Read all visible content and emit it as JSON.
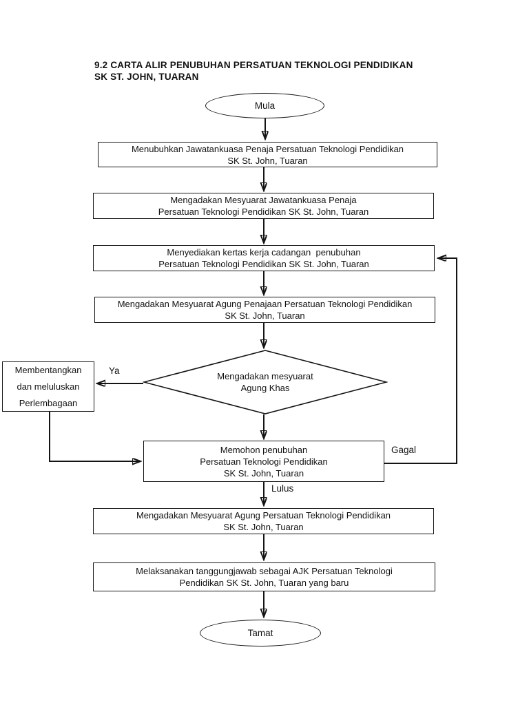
{
  "page": {
    "title_line1": "9.2 CARTA ALIR PENUBUHAN PERSATUAN TEKNOLOGI PENDIDIKAN",
    "title_line2": "SK ST. JOHN, TUARAN"
  },
  "flow": {
    "start_label": "Mula",
    "end_label": "Tamat",
    "step1": {
      "line1": "Menubuhkan Jawatankuasa Penaja Persatuan Teknologi Pendidikan",
      "line2": "SK St. John, Tuaran"
    },
    "step2": {
      "line1": "Mengadakan Mesyuarat Jawatankuasa Penaja",
      "line2": "Persatuan Teknologi Pendidikan SK St. John, Tuaran"
    },
    "step3": {
      "line1": "Menyediakan kertas kerja cadangan  penubuhan",
      "line2": "Persatuan Teknologi Pendidikan SK St. John, Tuaran"
    },
    "step4": {
      "line1": "Mengadakan Mesyuarat Agung Penajaan Persatuan Teknologi Pendidikan",
      "line2": "SK St. John, Tuaran"
    },
    "decision": {
      "line1": "Mengadakan mesyuarat",
      "line2": "Agung Khas"
    },
    "side_box": {
      "line1": "Membentangkan",
      "line2": "dan meluluskan",
      "line3": "Perlembagaan"
    },
    "step5": {
      "line1": "Memohon penubuhan",
      "line2": "Persatuan Teknologi Pendidikan",
      "line3": "SK St. John, Tuaran"
    },
    "step6": {
      "line1": "Mengadakan Mesyuarat Agung Persatuan Teknologi Pendidikan",
      "line2": "SK St. John, Tuaran"
    },
    "step7": {
      "line1": "Melaksanakan tanggungjawab sebagai AJK Persatuan Teknologi",
      "line2": "Pendidikan SK St. John, Tuaran yang baru"
    },
    "labels": {
      "yes": "Ya",
      "fail": "Gagal",
      "pass": "Lulus"
    }
  }
}
